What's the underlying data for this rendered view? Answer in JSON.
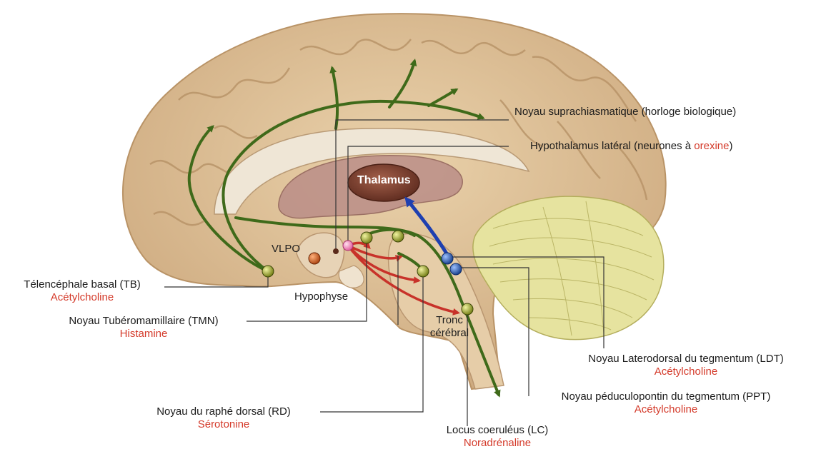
{
  "labels": {
    "scn": "Noyau suprachiasmatique (horloge biologique)",
    "lh_prefix": "Hypothalamus latéral (neurones à ",
    "lh_red": "orexine",
    "lh_suffix": ")",
    "thalamus": "Thalamus",
    "vlpo": "VLPO",
    "hypophyse": "Hypophyse",
    "tronc_line1": "Tronc",
    "tronc_line2": "cérébral",
    "tb_name": "Télencéphale basal (TB)",
    "tb_nt": "Acétylcholine",
    "tmn_name": "Noyau Tubéromamillaire (TMN)",
    "tmn_nt": "Histamine",
    "rd_name": "Noyau du raphé dorsal (RD)",
    "rd_nt": "Sérotonine",
    "lc_name": "Locus coeruléus (LC)",
    "lc_nt": "Noradrénaline",
    "ldt_name": "Noyau Laterodorsal du tegmentum (LDT)",
    "ldt_nt": "Acétylcholine",
    "ppt_name": "Noyau péduculopontin du tegmentum (PPT)",
    "ppt_nt": "Acétylcholine"
  },
  "colors": {
    "green_path": "#3f6a1a",
    "red_path": "#c8322a",
    "blue_path": "#1e3fb0",
    "olive_node": "#9aa516",
    "blue_node": "#1f4fa0",
    "orange_node": "#cf5a1c",
    "pink_node": "#f08ab8",
    "brain_tan": "#dcc198",
    "thalamus": "#7a4030",
    "cerebellum": "#e3e09a",
    "label_red": "#d43a2a"
  }
}
